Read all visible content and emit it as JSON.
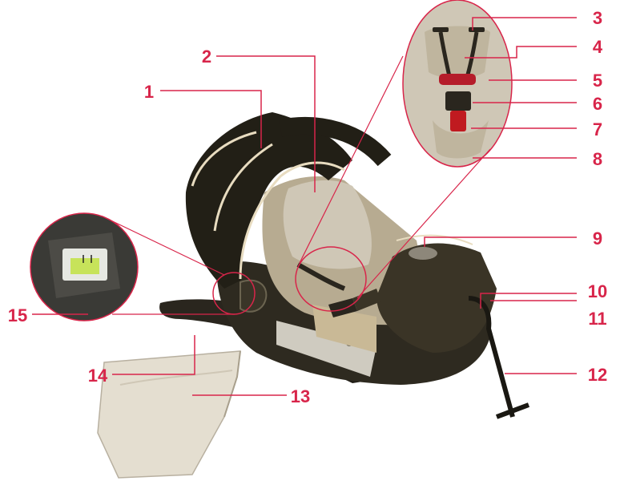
{
  "colors": {
    "callout": "#d8254a",
    "shell_dark": "#2e2a20",
    "canopy_dark": "#221f16",
    "fabric_tan": "#b7ab91",
    "fabric_light": "#cfc7b6",
    "piping": "#e8dcc0",
    "buckle_red": "#c01a20",
    "level_green": "#c7e35a"
  },
  "callouts": [
    {
      "number": "1",
      "part": "canopy"
    },
    {
      "number": "2",
      "part": "seat-pad"
    },
    {
      "number": "3",
      "part": "shoulder-strap-slots"
    },
    {
      "number": "4",
      "part": "harness-straps"
    },
    {
      "number": "5",
      "part": "chest-clip"
    },
    {
      "number": "6",
      "part": "harness-tongues"
    },
    {
      "number": "7",
      "part": "buckle"
    },
    {
      "number": "8",
      "part": "crotch-strap"
    },
    {
      "number": "9",
      "part": "carry-handle-button"
    },
    {
      "number": "10",
      "part": "harness-adjuster-button"
    },
    {
      "number": "11",
      "part": "harness-adjuster-cover"
    },
    {
      "number": "12",
      "part": "adjuster-strap"
    },
    {
      "number": "13",
      "part": "infant-insert"
    },
    {
      "number": "14",
      "part": "base"
    },
    {
      "number": "15",
      "part": "level-indicator"
    }
  ]
}
